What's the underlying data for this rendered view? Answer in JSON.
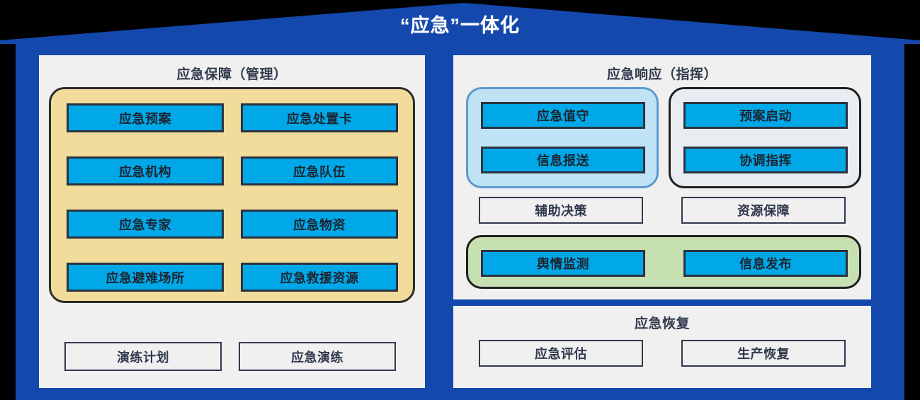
{
  "title": "“应急”一体化",
  "theme": {
    "roof_blue": "#1448ac",
    "frame_blue": "#1448ac",
    "panel_bg": "#f0f0f0",
    "cell_blue": "#00a8e8",
    "group_yellow": "#f2dc9b",
    "group_lightblue": "#bfe3f5",
    "group_gray": "#e7edf1",
    "group_green": "#c7e0b2",
    "text_dark": "#31394d",
    "text_white": "#ffffff"
  },
  "panels": {
    "support": {
      "title": "应急保障（管理）",
      "yellow_group": {
        "rows": [
          {
            "left": "应急预案",
            "right": "应急处置卡"
          },
          {
            "left": "应急机构",
            "right": "应急队伍"
          },
          {
            "left": "应急专家",
            "right": "应急物资"
          },
          {
            "left": "应急避难场所",
            "right": "应急救援资源"
          }
        ]
      },
      "outline_row": {
        "left": "演练计划",
        "right": "应急演练"
      }
    },
    "response": {
      "title": "应急响应（指挥）",
      "lightblue_group": {
        "items": [
          "应急值守",
          "信息报送"
        ]
      },
      "gray_group": {
        "items": [
          "预案启动",
          "协调指挥"
        ]
      },
      "outline_row": {
        "left": "辅助决策",
        "right": "资源保障"
      },
      "green_group": {
        "items": [
          "舆情监测",
          "信息发布"
        ]
      }
    },
    "recovery": {
      "title": "应急恢复",
      "outline_row": {
        "left": "应急评估",
        "right": "生产恢复"
      }
    }
  }
}
